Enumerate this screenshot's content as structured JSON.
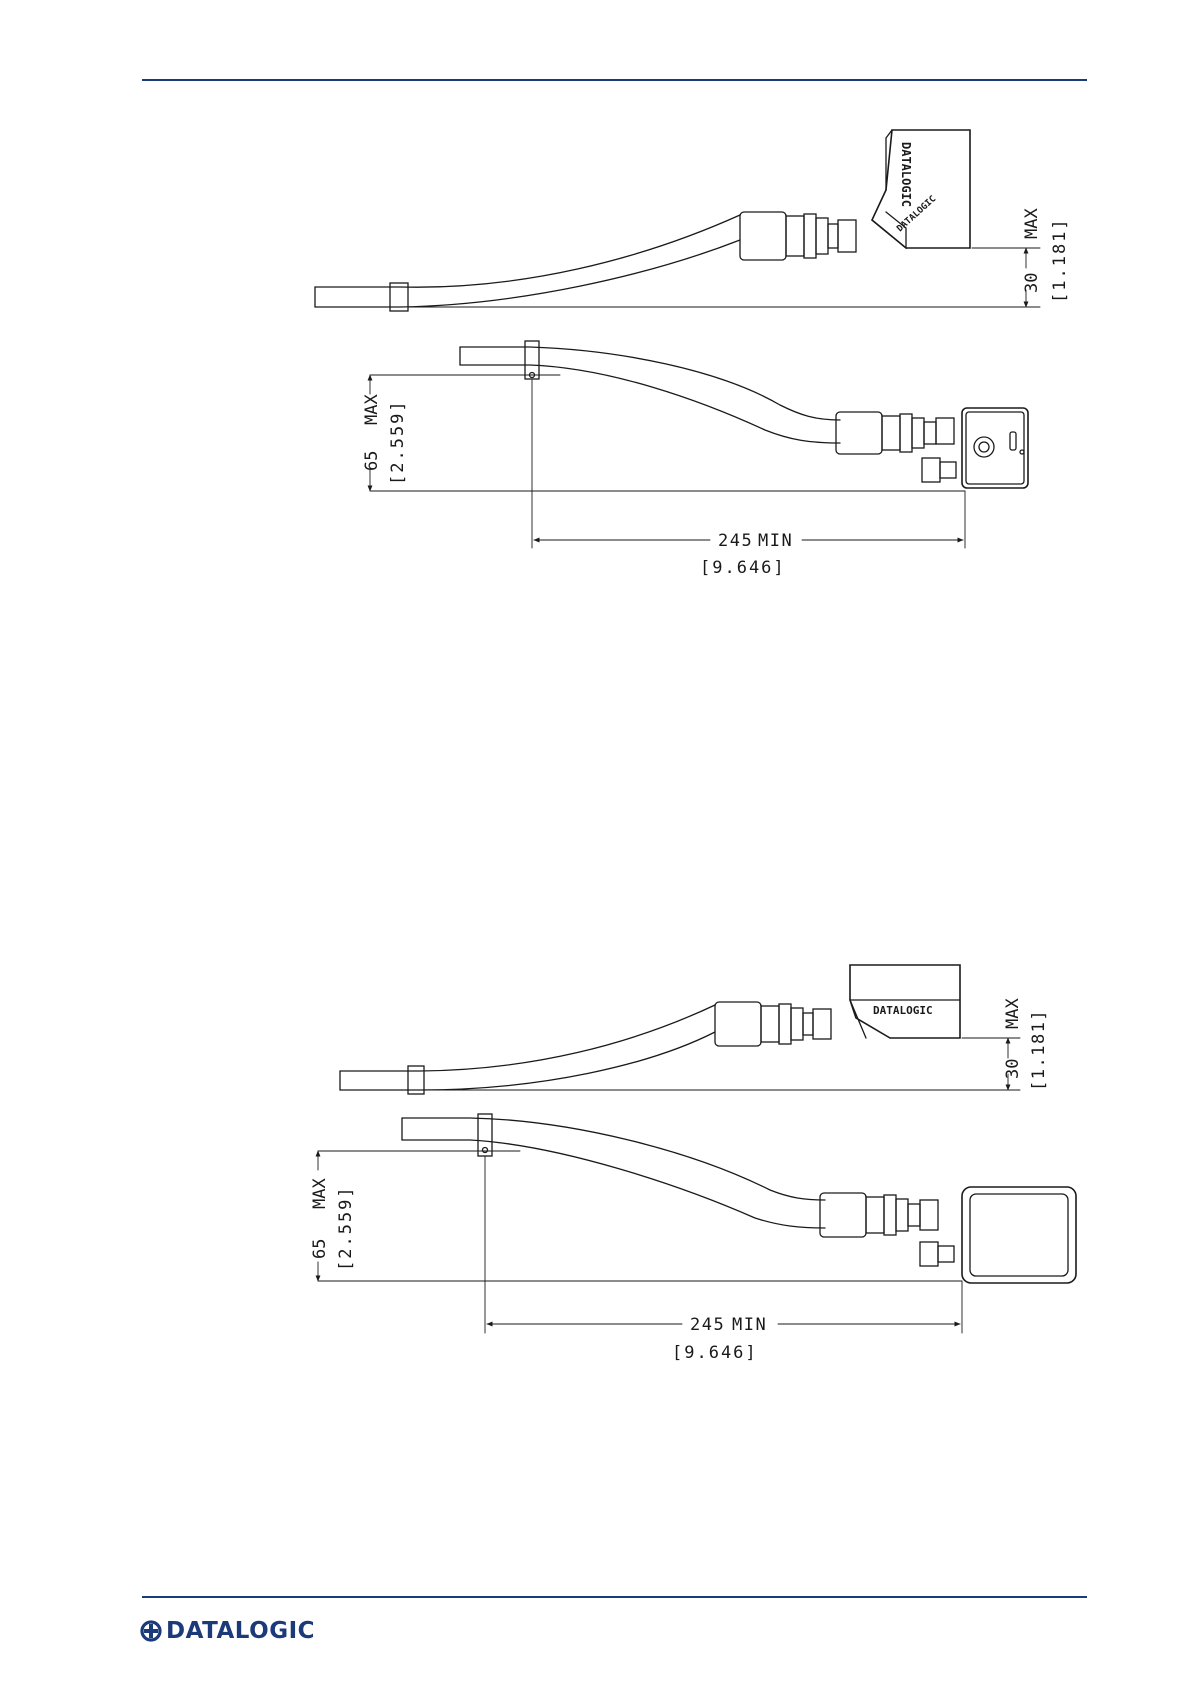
{
  "colors": {
    "rule": "#1b3a7a",
    "logo": "#1b3a7a",
    "line": "#1a1a1a"
  },
  "footer": {
    "brand": "DATALOGIC",
    "icon": "datalogic-logo-icon"
  },
  "figures": [
    {
      "housing_brand": "DATALOGIC",
      "height_dim": {
        "value": "30",
        "label": "MAX",
        "inch": "[1.181]"
      },
      "clearance_dim": {
        "value": "65",
        "label": "MAX",
        "inch": "[2.559]"
      },
      "length_dim": {
        "value": "245",
        "label": "MIN",
        "inch": "[9.646]"
      }
    },
    {
      "housing_brand": "DATALOGIC",
      "height_dim": {
        "value": "30",
        "label": "MAX",
        "inch": "[1.181]"
      },
      "clearance_dim": {
        "value": "65",
        "label": "MAX",
        "inch": "[2.559]"
      },
      "length_dim": {
        "value": "245",
        "label": "MIN",
        "inch": "[9.646]"
      }
    }
  ]
}
